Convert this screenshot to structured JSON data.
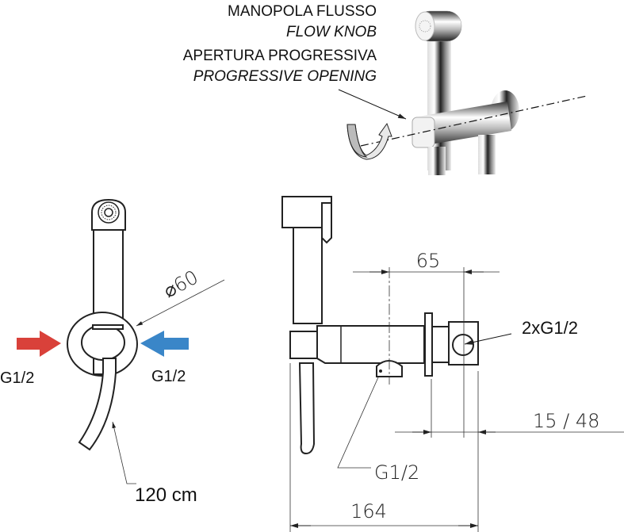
{
  "annotations": {
    "knob_it": "MANOPOLA FLUSSO",
    "knob_en": "FLOW KNOB",
    "opening_it": "APERTURA PROGRESSIVA",
    "opening_en": "PROGRESSIVE OPENING"
  },
  "front_view": {
    "diameter": "60",
    "inlet_left": "G1/2",
    "inlet_right": "G1/2",
    "hose_length": "120 cm"
  },
  "side_view": {
    "dim_top": "65",
    "connection": "2xG1/2",
    "dim_wall": "15 / 48",
    "outlet": "G1/2",
    "dim_total": "164"
  },
  "colors": {
    "hot": "#d9413a",
    "cold": "#3a86c8"
  }
}
